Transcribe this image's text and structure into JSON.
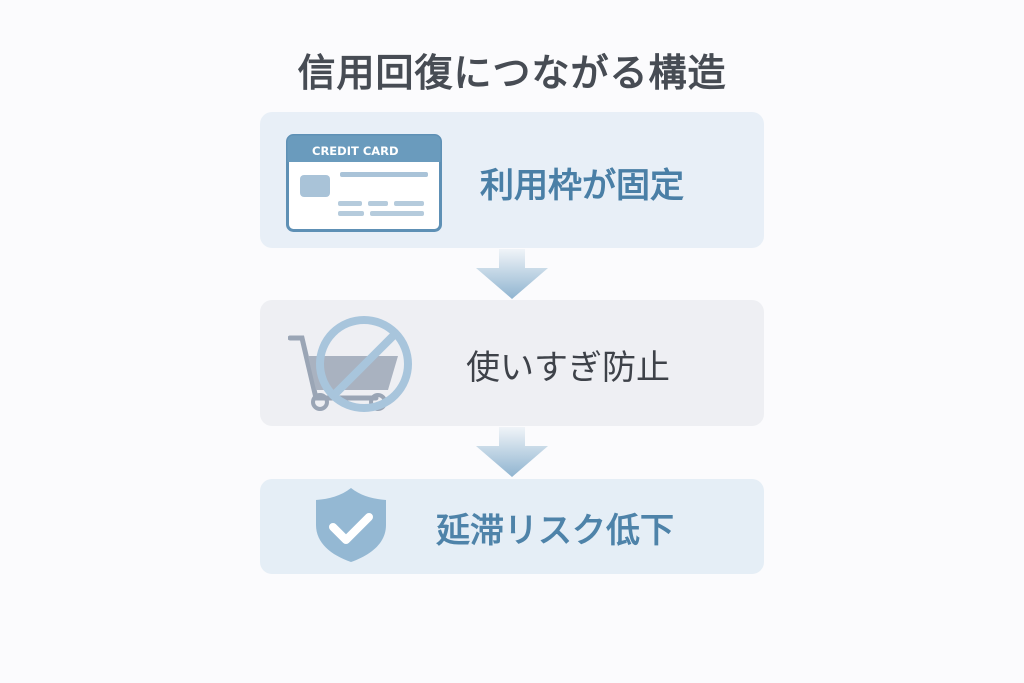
{
  "title": "信用回復につながる構造",
  "steps": [
    {
      "label": "利用枠が固定",
      "icon": "credit-card-icon",
      "card_text": "CREDIT CARD"
    },
    {
      "label": "使いすぎ防止",
      "icon": "no-shopping-cart-icon"
    },
    {
      "label": "延滞リスク低下",
      "icon": "shield-check-icon"
    }
  ],
  "colors": {
    "accent": "#4a7fa6",
    "card_header": "#6a9bbd",
    "arrow": "#9cbdd6"
  }
}
